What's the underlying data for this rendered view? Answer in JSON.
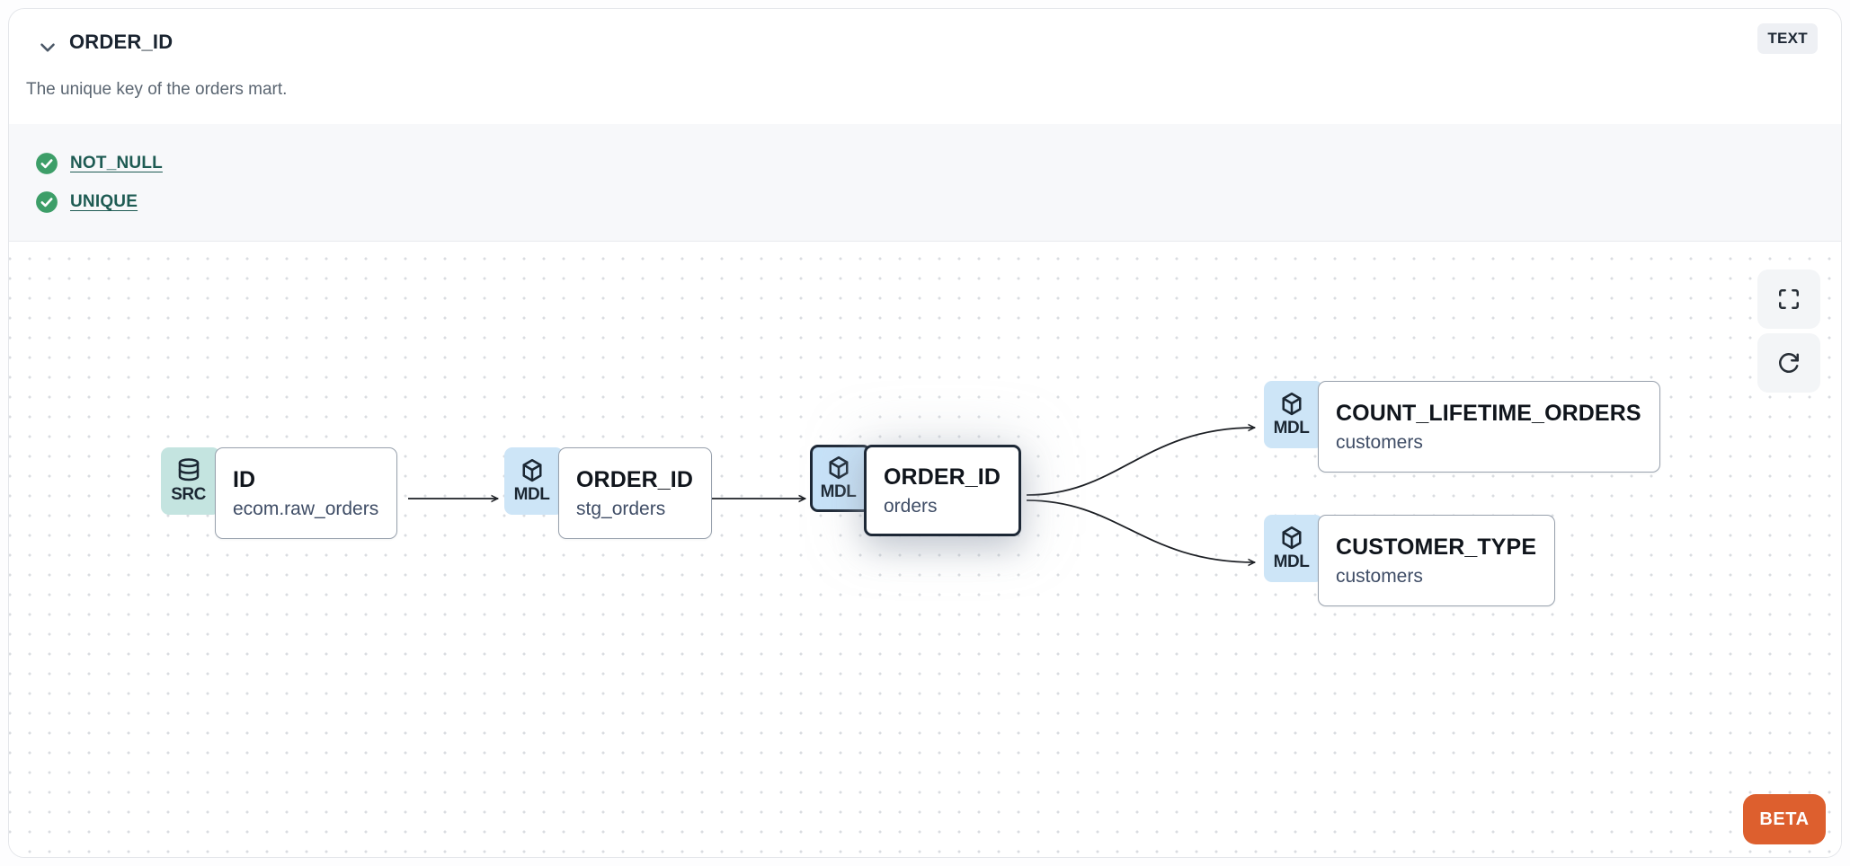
{
  "header": {
    "title": "ORDER_ID",
    "type_badge": "TEXT",
    "description": "The unique key of the orders mart."
  },
  "tests": [
    {
      "label": "NOT_NULL",
      "status": "pass",
      "status_icon": "check-circle-icon"
    },
    {
      "label": "UNIQUE",
      "status": "pass",
      "status_icon": "check-circle-icon"
    }
  ],
  "lineage": {
    "nodes": [
      {
        "badge": "SRC",
        "icon": "database-icon",
        "title": "ID",
        "subtitle": "ecom.raw_orders",
        "selected": false
      },
      {
        "badge": "MDL",
        "icon": "cube-icon",
        "title": "ORDER_ID",
        "subtitle": "stg_orders",
        "selected": false
      },
      {
        "badge": "MDL",
        "icon": "cube-icon",
        "title": "ORDER_ID",
        "subtitle": "orders",
        "selected": true
      },
      {
        "badge": "MDL",
        "icon": "cube-icon",
        "title": "COUNT_LIFETIME_ORDERS",
        "subtitle": "customers",
        "selected": false
      },
      {
        "badge": "MDL",
        "icon": "cube-icon",
        "title": "CUSTOMER_TYPE",
        "subtitle": "customers",
        "selected": false
      }
    ],
    "edges": [
      {
        "from": "ID / ecom.raw_orders",
        "to": "ORDER_ID / stg_orders"
      },
      {
        "from": "ORDER_ID / stg_orders",
        "to": "ORDER_ID / orders"
      },
      {
        "from": "ORDER_ID / orders",
        "to": "COUNT_LIFETIME_ORDERS / customers"
      },
      {
        "from": "ORDER_ID / orders",
        "to": "CUSTOMER_TYPE / customers"
      }
    ],
    "controls": [
      {
        "icon": "fullscreen-icon"
      },
      {
        "icon": "refresh-icon"
      }
    ],
    "beta_label": "BETA"
  },
  "colors": {
    "accent_orange": "#dd5f2e",
    "test_pass_green": "#3d9e68",
    "link_teal": "#1e5b53",
    "src_badge_bg": "#c4e4e0",
    "mdl_badge_bg": "#cde5f7",
    "edge_stroke": "#1c1f24"
  }
}
